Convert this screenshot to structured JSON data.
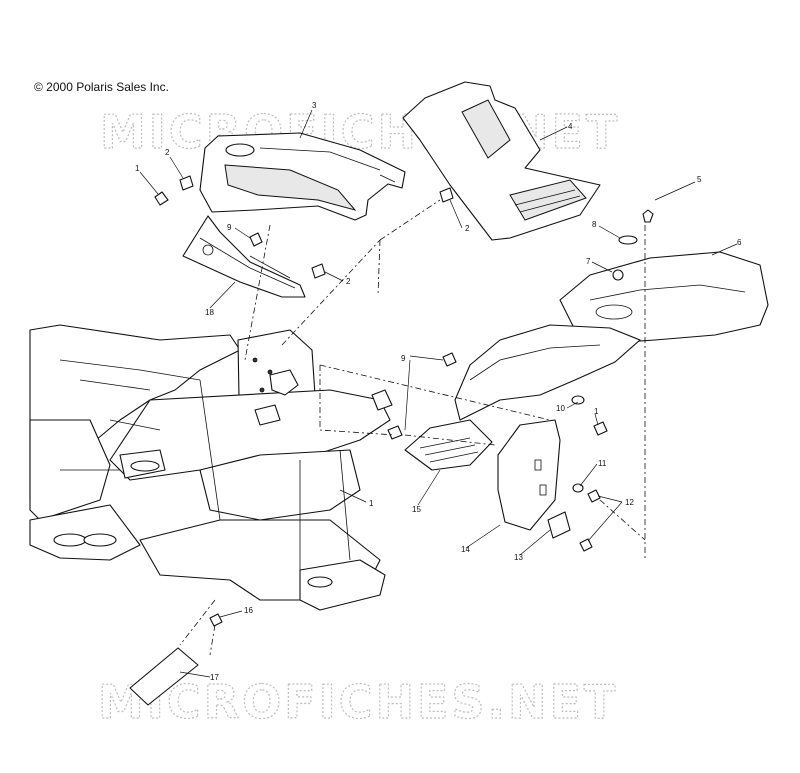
{
  "copyright": "© 2000 Polaris Sales Inc.",
  "watermark": "MICROFICHES.NET",
  "callouts": {
    "c1a": "1",
    "c2a": "2",
    "c3": "3",
    "c4": "4",
    "c5": "5",
    "c6": "6",
    "c7": "7",
    "c8": "8",
    "c9a": "9",
    "c2b": "2",
    "c2c": "2",
    "c18": "18",
    "c9b": "9",
    "c10": "10",
    "c1b": "1",
    "c1c": "1",
    "c11": "11",
    "c12": "12",
    "c15": "15",
    "c14": "14",
    "c13": "13",
    "c16": "16",
    "c17": "17"
  }
}
